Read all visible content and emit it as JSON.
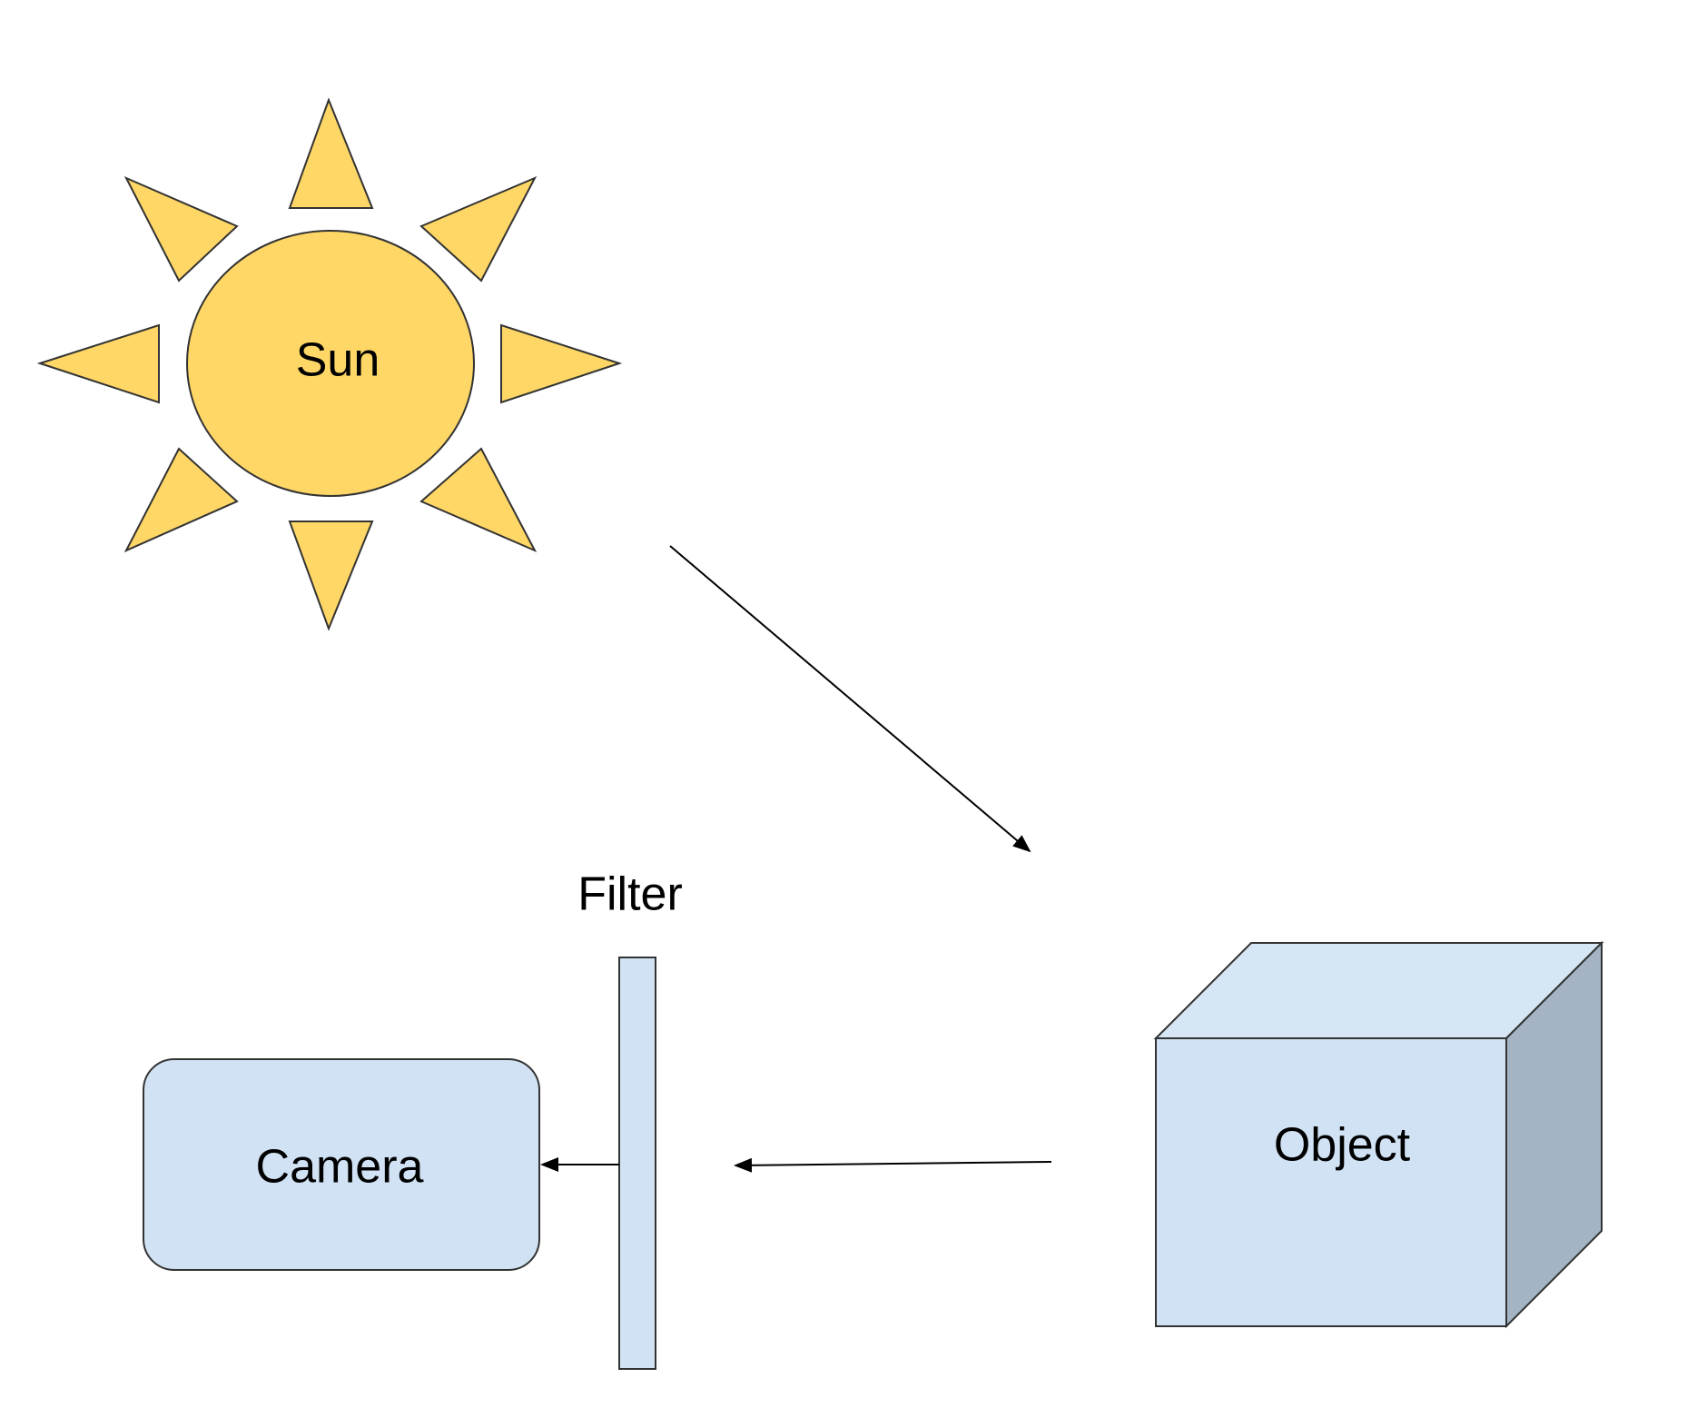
{
  "diagram": {
    "sun": {
      "label": "Sun",
      "fill": "#fed766",
      "stroke": "#333333"
    },
    "filter": {
      "label": "Filter",
      "fill": "#d0e2f3",
      "stroke": "#333333"
    },
    "camera": {
      "label": "Camera",
      "fill": "#d0e2f3",
      "stroke": "#333333"
    },
    "object": {
      "label": "Object",
      "front_fill": "#d0e2f3",
      "side_fill": "#a4b4c5",
      "top_fill": "#d6e6f5",
      "stroke": "#333333"
    },
    "arrows": [
      {
        "from": "sun",
        "to": "object"
      },
      {
        "from": "object",
        "to": "filter"
      },
      {
        "from": "filter",
        "to": "camera"
      }
    ]
  }
}
